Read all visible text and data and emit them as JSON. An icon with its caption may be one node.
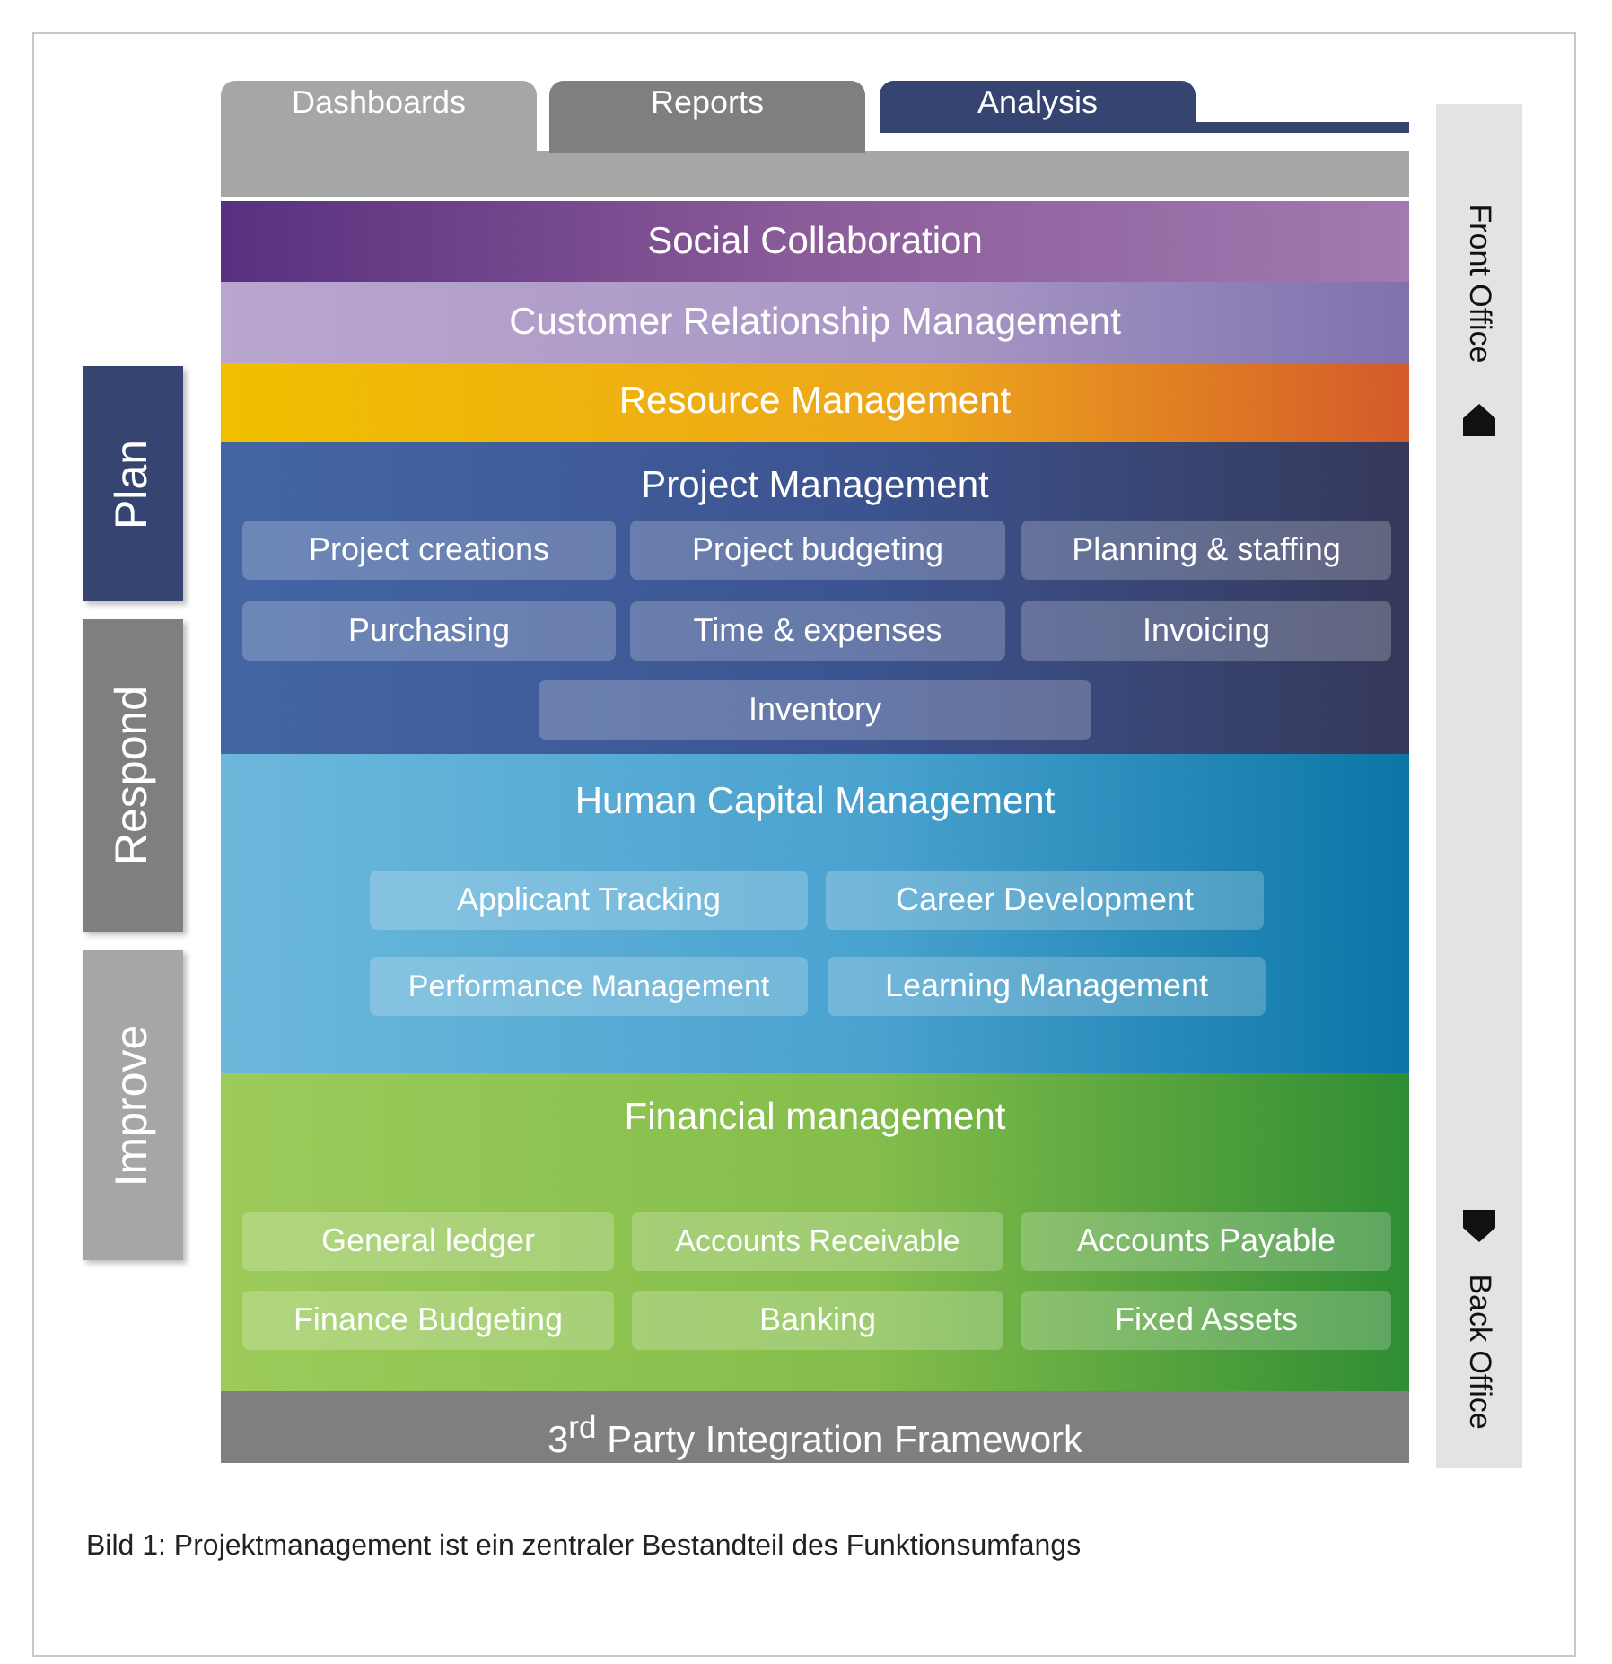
{
  "diagram": {
    "caption": "Bild 1: Projektmanagement ist ein zentraler Bestandteil des Funktionsumfangs",
    "nodes": [
      {
        "text": [
          "Dashboards"
        ]
      },
      {
        "text": [
          "Reports"
        ]
      },
      {
        "text": [
          "Analysis"
        ]
      },
      {
        "text": [
          "Social Collaboration"
        ]
      },
      {
        "text": [
          "Customer Relationship Management"
        ]
      },
      {
        "text": [
          "Resource Management"
        ]
      },
      {
        "text": [
          "Project Management"
        ]
      },
      {
        "text": [
          "Project creations"
        ],
        "in": 6
      },
      {
        "text": [
          "Project budgeting"
        ],
        "in": 6
      },
      {
        "text": [
          "Planning & staffing"
        ],
        "in": 6
      },
      {
        "text": [
          "Purchasing"
        ],
        "in": 6
      },
      {
        "text": [
          "Time & expenses"
        ],
        "in": 6
      },
      {
        "text": [
          "Invoicing"
        ],
        "in": 6
      },
      {
        "text": [
          "Inventory"
        ],
        "in": 6
      },
      {
        "text": [
          "Human Capital Management"
        ]
      },
      {
        "text": [
          "Applicant Tracking"
        ],
        "in": 14
      },
      {
        "text": [
          "Career Development"
        ],
        "in": 14
      },
      {
        "text": [
          "Performance Management"
        ],
        "in": 14
      },
      {
        "text": [
          "Learning Management"
        ],
        "in": 14
      },
      {
        "text": [
          "Financial management"
        ]
      },
      {
        "text": [
          "General ledger"
        ],
        "in": 19
      },
      {
        "text": [
          "Accounts Receivable"
        ],
        "in": 19
      },
      {
        "text": [
          "Accounts Payable"
        ],
        "in": 19
      },
      {
        "text": [
          "Finance Budgeting"
        ],
        "in": 19
      },
      {
        "text": [
          "Banking"
        ],
        "in": 19
      },
      {
        "text": [
          "Fixed Assets"
        ],
        "in": 19
      },
      {
        "text": [
          "3$^{rd}$ Party Integration Framework"
        ]
      },
      {
        "text": [
          "Plan"
        ]
      },
      {
        "text": [
          "Respond"
        ]
      },
      {
        "text": [
          "Improve"
        ]
      },
      {
        "text": [
          "Front Office",
          "Back Office"
        ]
      }
    ]
  }
}
